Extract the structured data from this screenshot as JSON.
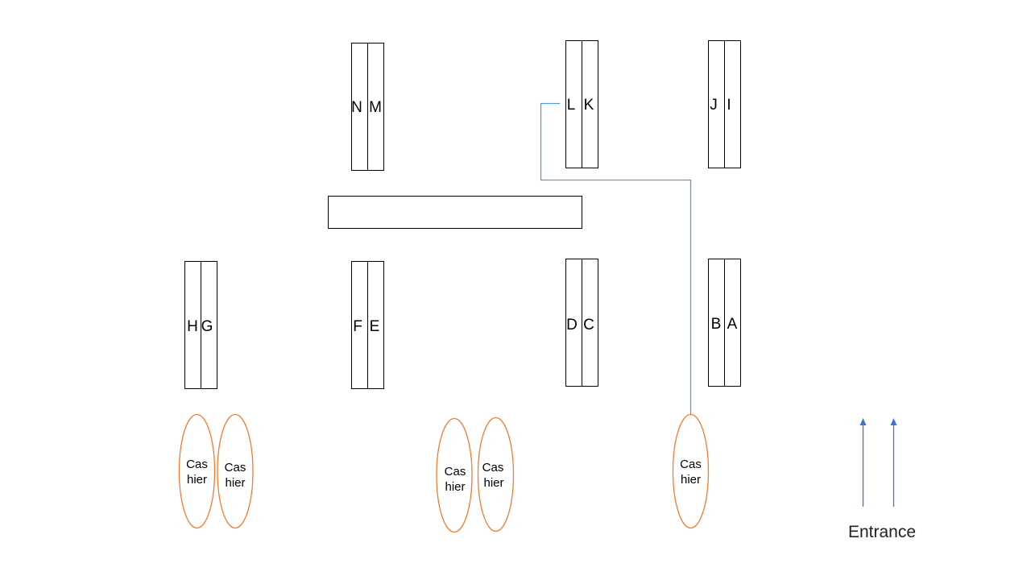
{
  "shelves": [
    {
      "id": "NM",
      "left_label": "N",
      "right_label": "M"
    },
    {
      "id": "LK",
      "left_label": "L",
      "right_label": "K"
    },
    {
      "id": "JI",
      "left_label": "J",
      "right_label": "I"
    },
    {
      "id": "HG",
      "left_label": "H",
      "right_label": "G"
    },
    {
      "id": "FE",
      "left_label": "F",
      "right_label": "E"
    },
    {
      "id": "DC",
      "left_label": "D",
      "right_label": "C"
    },
    {
      "id": "BA",
      "left_label": "B",
      "right_label": "A"
    }
  ],
  "cashiers": [
    {
      "line1": "Cas",
      "line2": "hier"
    },
    {
      "line1": "Cas",
      "line2": "hier"
    },
    {
      "line1": "Cas",
      "line2": "hier"
    },
    {
      "line1": "Cas",
      "line2": "hier"
    },
    {
      "line1": "Cas",
      "line2": "hier"
    }
  ],
  "entrance": {
    "label": "Entrance"
  },
  "colors": {
    "shelf_stroke": "#000000",
    "cashier_stroke": "#ED7D31",
    "path_stroke": "#5B9BD5",
    "arrow_stroke": "#4472C4"
  }
}
